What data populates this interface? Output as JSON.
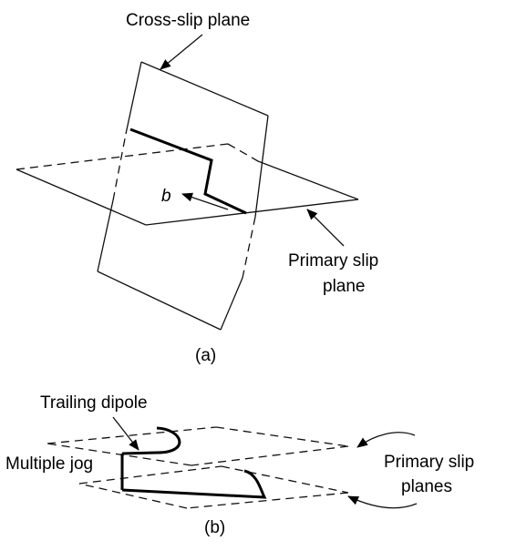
{
  "panel_a": {
    "cross_slip_label": "Cross-slip plane",
    "burgers_label": "b",
    "primary_label_line1": "Primary slip",
    "primary_label_line2": "plane",
    "caption": "(a)"
  },
  "panel_b": {
    "trailing_label": "Trailing dipole",
    "jog_label": "Multiple jog",
    "primary_label_line1": "Primary slip",
    "primary_label_line2": "planes",
    "caption": "(b)"
  },
  "colors": {
    "line": "#000000",
    "background": "#ffffff"
  },
  "icons": {
    "pointer": "arrow-icon"
  }
}
